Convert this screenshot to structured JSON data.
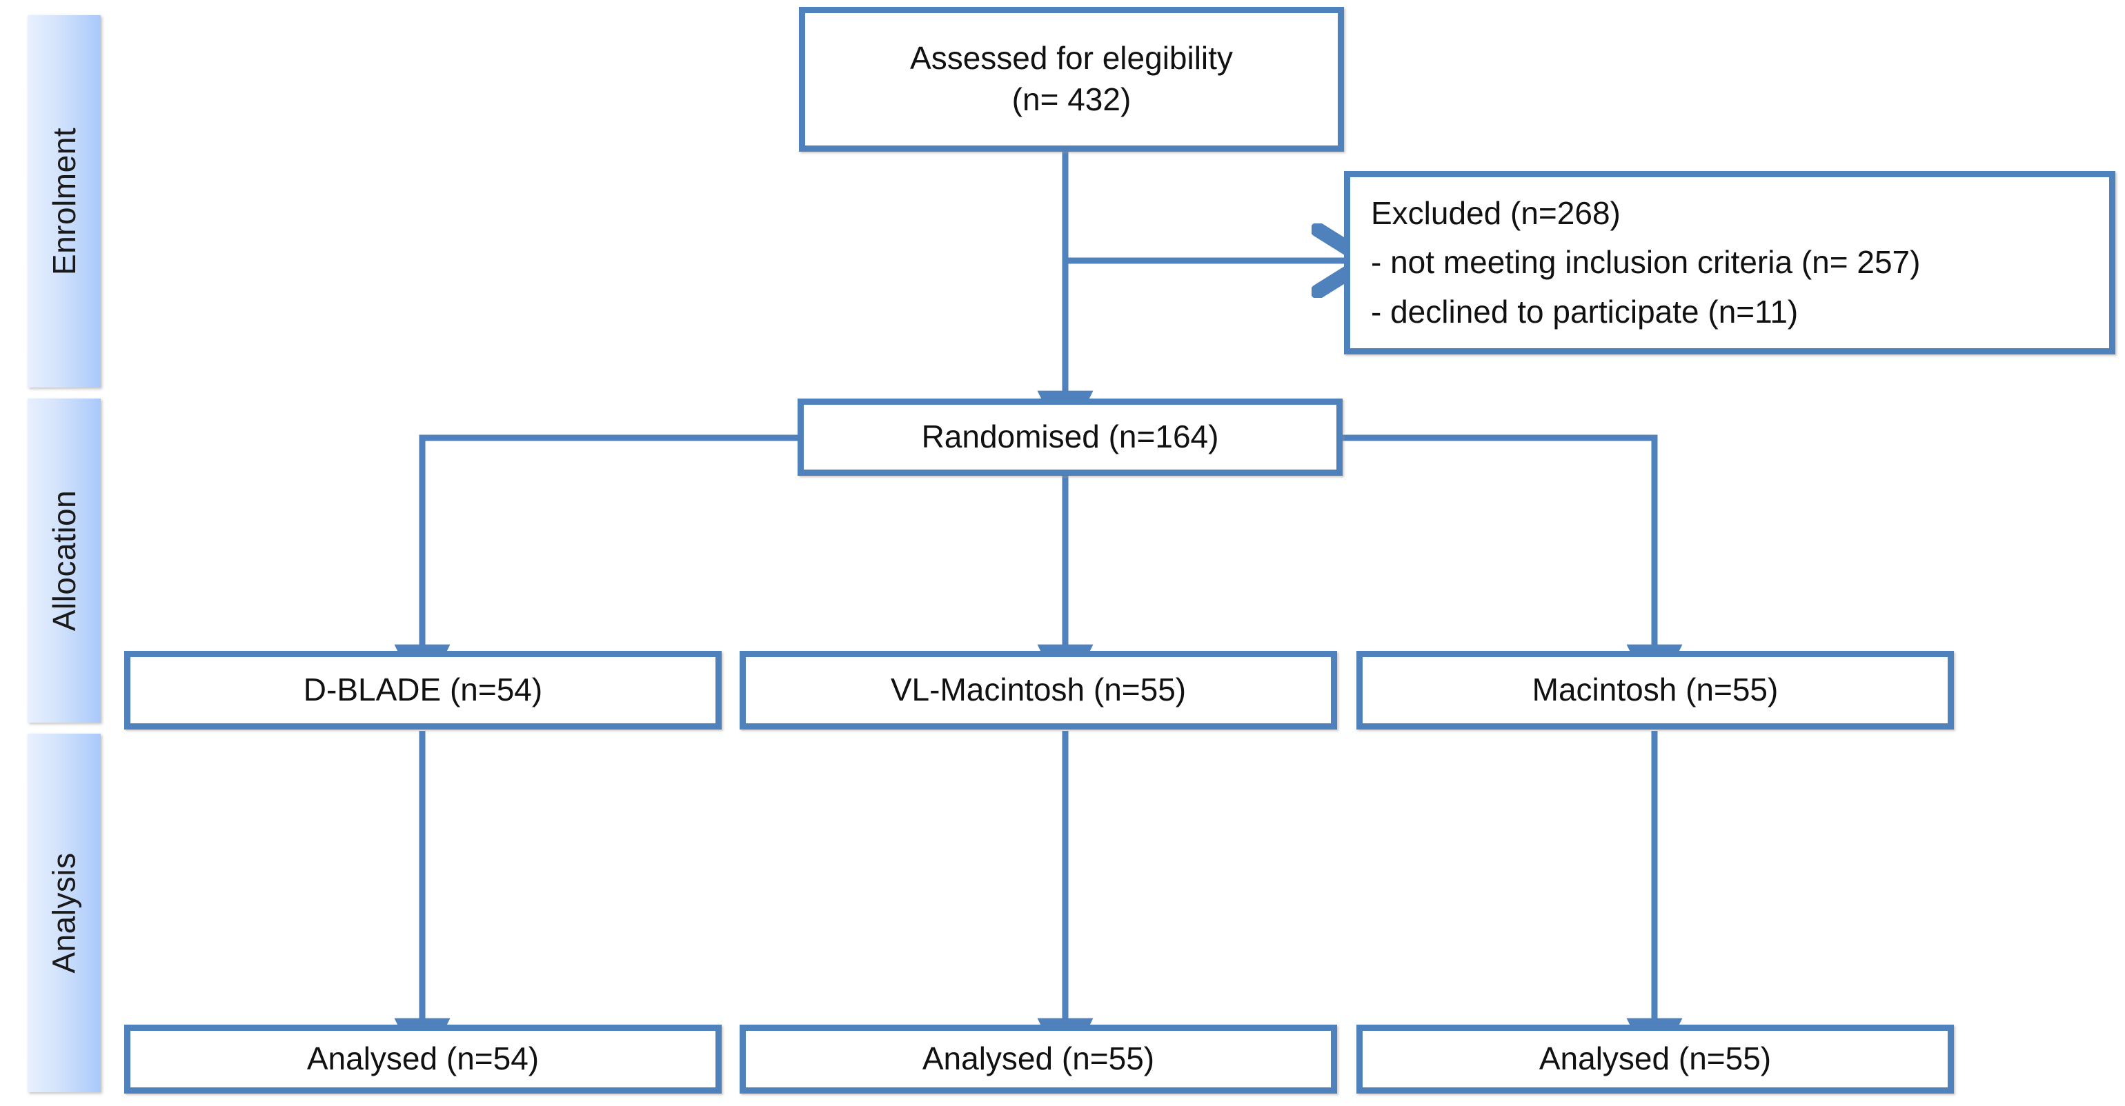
{
  "diagram": {
    "title": "CONSORT participant flow diagram",
    "accent_color": "#4f81bd",
    "sidebar_gradient_from": "#e8f0fe",
    "sidebar_gradient_to": "#a9c9fb",
    "text_color": "#111111",
    "background": "#ffffff"
  },
  "stages": [
    {
      "label": "Enrolment"
    },
    {
      "label": "Allocation"
    },
    {
      "label": "Analysis"
    }
  ],
  "nodes": {
    "assessed": "Assessed for elegibility\n(n= 432)",
    "excluded": "Excluded (n=268)\n - not meeting inclusion criteria (n= 257)\n - declined to participate (n=11)",
    "randomised": "Randomised (n=164)",
    "alloc_left": "D-BLADE (n=54)",
    "alloc_middle": "VL-Macintosh (n=55)",
    "alloc_right": "Macintosh (n=55)",
    "analysed_left": "Analysed (n=54)",
    "analysed_middle": "Analysed (n=55)",
    "analysed_right": "Analysed (n=55)"
  },
  "chart_data": {
    "type": "diagram",
    "title": "CONSORT flow diagram",
    "stages": [
      "Enrolment",
      "Allocation",
      "Analysis"
    ],
    "nodes": [
      {
        "id": "assessed",
        "stage": "Enrolment",
        "label": "Assessed for elegibility (n= 432)",
        "n": 432
      },
      {
        "id": "excluded",
        "stage": "Enrolment",
        "label": "Excluded (n=268)",
        "n": 268,
        "reasons": [
          {
            "label": "not meeting inclusion criteria",
            "n": 257
          },
          {
            "label": "declined to participate",
            "n": 11
          }
        ]
      },
      {
        "id": "randomised",
        "stage": "Enrolment",
        "label": "Randomised (n=164)",
        "n": 164
      },
      {
        "id": "alloc_left",
        "stage": "Allocation",
        "label": "D-BLADE (n=54)",
        "n": 54
      },
      {
        "id": "alloc_middle",
        "stage": "Allocation",
        "label": "VL-Macintosh (n=55)",
        "n": 55
      },
      {
        "id": "alloc_right",
        "stage": "Allocation",
        "label": "Macintosh (n=55)",
        "n": 55
      },
      {
        "id": "analysed_left",
        "stage": "Analysis",
        "label": "Analysed (n=54)",
        "n": 54
      },
      {
        "id": "analysed_middle",
        "stage": "Analysis",
        "label": "Analysed (n=55)",
        "n": 55
      },
      {
        "id": "analysed_right",
        "stage": "Analysis",
        "label": "Analysed (n=55)",
        "n": 55
      }
    ],
    "edges": [
      {
        "from": "assessed",
        "to": "excluded",
        "type": "branch-right"
      },
      {
        "from": "assessed",
        "to": "randomised",
        "type": "down"
      },
      {
        "from": "randomised",
        "to": "alloc_left",
        "type": "split-left"
      },
      {
        "from": "randomised",
        "to": "alloc_middle",
        "type": "down"
      },
      {
        "from": "randomised",
        "to": "alloc_right",
        "type": "split-right"
      },
      {
        "from": "alloc_left",
        "to": "analysed_left",
        "type": "down"
      },
      {
        "from": "alloc_middle",
        "to": "analysed_middle",
        "type": "down"
      },
      {
        "from": "alloc_right",
        "to": "analysed_right",
        "type": "down"
      }
    ]
  }
}
